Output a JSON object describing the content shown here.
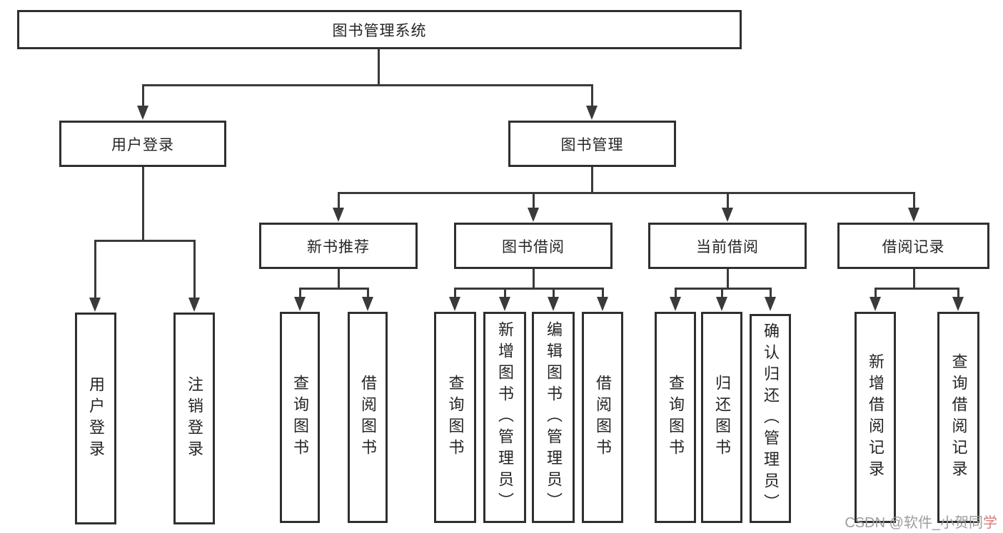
{
  "diagram": {
    "root": "图书管理系统",
    "level2": [
      "用户登录",
      "图书管理"
    ],
    "level3": [
      "新书推荐",
      "图书借阅",
      "当前借阅",
      "借阅记录"
    ],
    "leaves_user_login": [
      "用户登录",
      "注销登录"
    ],
    "leaves_new_book": [
      "查询图书",
      "借阅图书"
    ],
    "leaves_book_borrow": [
      "查询图书",
      "新增图书（管理员）",
      "编辑图书（管理员）",
      "借阅图书"
    ],
    "leaves_current_borrow": [
      "查询图书",
      "归还图书",
      "确认归还（管理员）"
    ],
    "leaves_borrow_records": [
      "新增借阅记录",
      "查询借阅记录"
    ]
  },
  "colors": {
    "line": "#3a3a3a",
    "box_border": "#2f2f2f",
    "background": "#ffffff",
    "watermark_gray": "#9d9d9d",
    "watermark_red": "#d77c7c"
  },
  "watermark": {
    "text_gray": "CSDN @软件_小贺同",
    "text_red": "学"
  }
}
